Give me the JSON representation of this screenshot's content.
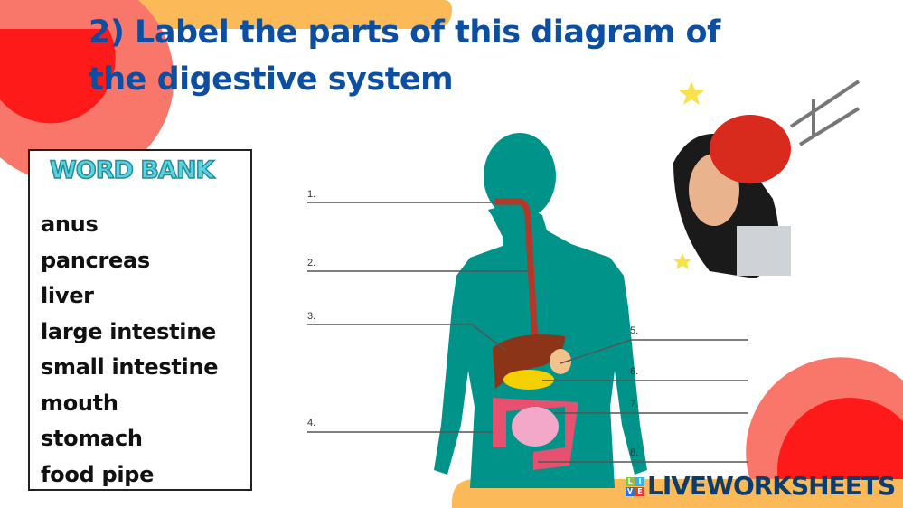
{
  "title": "2) Label the parts of this diagram of the digestive system",
  "word_bank": {
    "title": "WORD BANK",
    "words": [
      "anus",
      "pancreas",
      "liver",
      "large intestine",
      "small intestine",
      "mouth",
      "stomach",
      "food pipe"
    ]
  },
  "labels": [
    "1.",
    "2.",
    "3.",
    "4.",
    "5.",
    "6.",
    "7.",
    "8."
  ],
  "logo": {
    "text": "LIVEWORKSHEETS",
    "tiles": [
      "L",
      "I",
      "V",
      "E"
    ]
  },
  "colors": {
    "title": "#0b4ea2",
    "body": "#00938a",
    "orange": "#fbb957",
    "red": "#ff1a1a",
    "salmon": "#f8776a"
  }
}
